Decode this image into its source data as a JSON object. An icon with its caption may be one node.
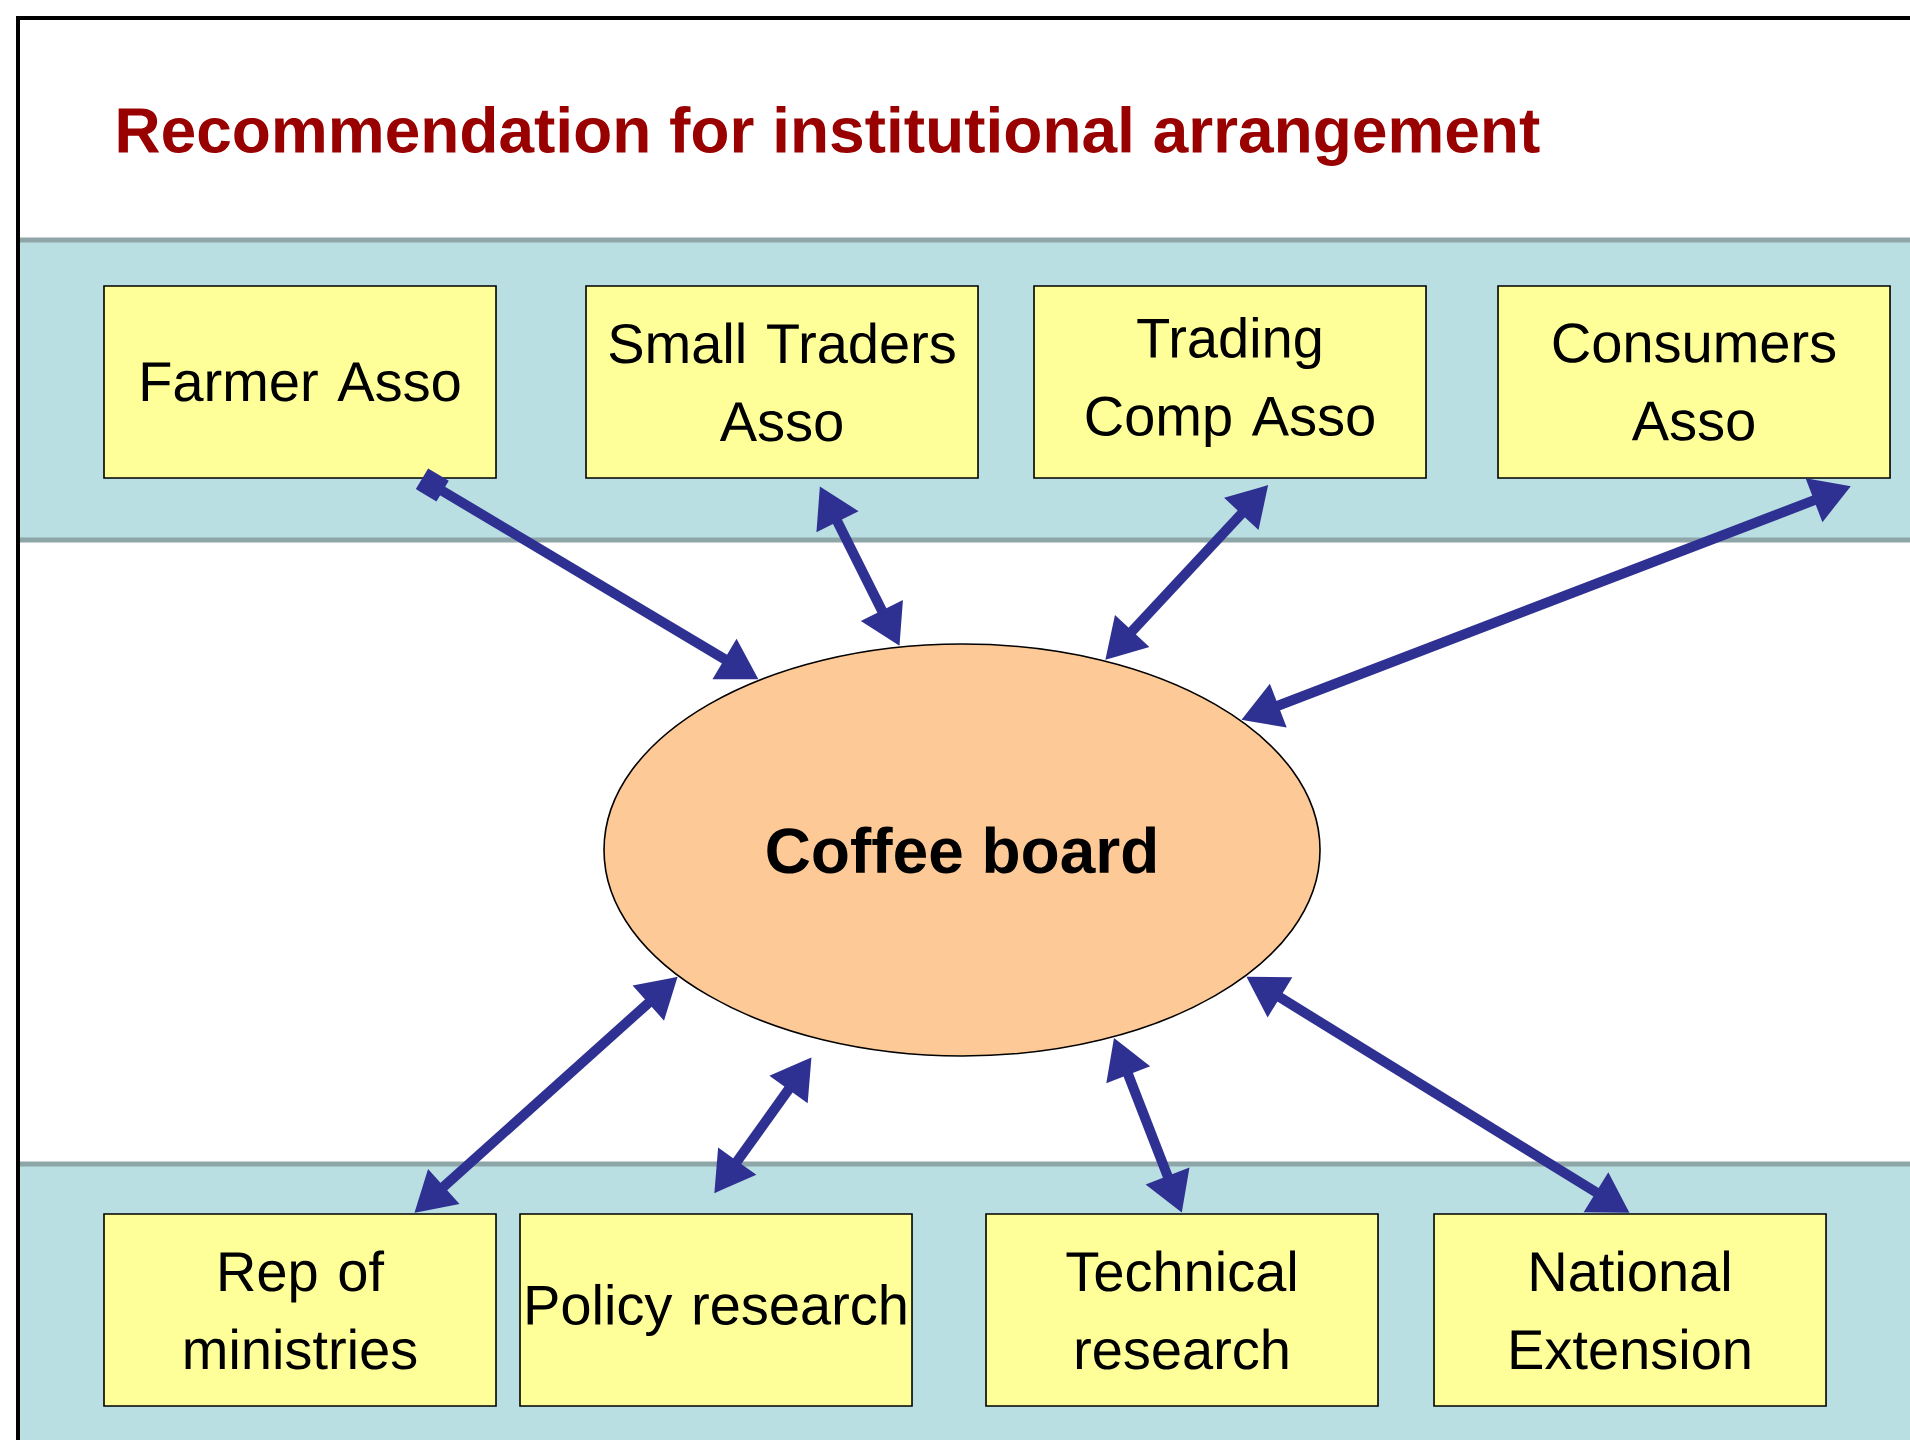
{
  "diagram": {
    "title": "Recommendation for institutional arrangement",
    "nodes": [
      {
        "text": [
          "Farmer Asso"
        ]
      },
      {
        "text": [
          "Small Traders Asso"
        ]
      },
      {
        "text": [
          "Trading Comp Asso"
        ]
      },
      {
        "text": [
          "Consumers Asso"
        ]
      },
      {
        "text": [
          "Coffee board"
        ]
      },
      {
        "text": [
          "Rep of ministries"
        ]
      },
      {
        "text": [
          "Policy research"
        ]
      },
      {
        "text": [
          "Technical research"
        ]
      },
      {
        "text": [
          "National Extension"
        ]
      }
    ],
    "edges": [
      {
        "from": 0,
        "to": 4,
        "arrow": "to"
      },
      {
        "from": 1,
        "to": 4,
        "arrow": "both"
      },
      {
        "from": 2,
        "to": 4,
        "arrow": "both"
      },
      {
        "from": 3,
        "to": 4,
        "arrow": "both"
      },
      {
        "from": 5,
        "to": 4,
        "arrow": "both"
      },
      {
        "from": 6,
        "to": 4,
        "arrow": "both"
      },
      {
        "from": 7,
        "to": 4,
        "arrow": "both"
      },
      {
        "from": 8,
        "to": 4,
        "arrow": "both"
      }
    ]
  }
}
